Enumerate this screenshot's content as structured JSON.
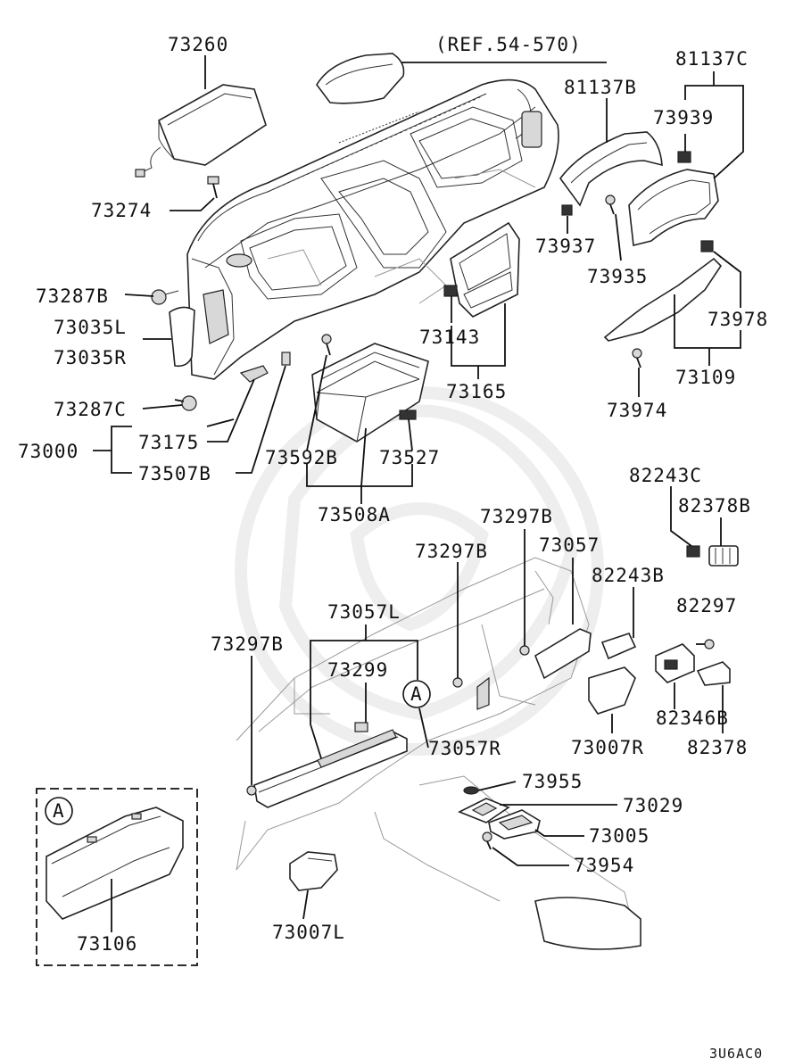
{
  "diagram": {
    "ref_note": "(REF.54-570)",
    "code": "3U6AC0",
    "inset_marker": "A",
    "callout_marker": "A",
    "parts": [
      {
        "id": "p73260",
        "label": "73260"
      },
      {
        "id": "p73274",
        "label": "73274"
      },
      {
        "id": "p73287B",
        "label": "73287B"
      },
      {
        "id": "p73035L",
        "label": "73035L"
      },
      {
        "id": "p73035R",
        "label": "73035R"
      },
      {
        "id": "p73287C",
        "label": "73287C"
      },
      {
        "id": "p73000",
        "label": "73000"
      },
      {
        "id": "p73175",
        "label": "73175"
      },
      {
        "id": "p73507B",
        "label": "73507B"
      },
      {
        "id": "p73592B",
        "label": "73592B"
      },
      {
        "id": "p73527",
        "label": "73527"
      },
      {
        "id": "p73508A",
        "label": "73508A"
      },
      {
        "id": "p73143",
        "label": "73143"
      },
      {
        "id": "p73165",
        "label": "73165"
      },
      {
        "id": "p81137B",
        "label": "81137B"
      },
      {
        "id": "p81137C",
        "label": "81137C"
      },
      {
        "id": "p73939",
        "label": "73939"
      },
      {
        "id": "p73937",
        "label": "73937"
      },
      {
        "id": "p73935",
        "label": "73935"
      },
      {
        "id": "p73978",
        "label": "73978"
      },
      {
        "id": "p73109",
        "label": "73109"
      },
      {
        "id": "p73974",
        "label": "73974"
      },
      {
        "id": "p82243C",
        "label": "82243C"
      },
      {
        "id": "p82378B",
        "label": "82378B"
      },
      {
        "id": "p73297B_a",
        "label": "73297B"
      },
      {
        "id": "p73297B_b",
        "label": "73297B"
      },
      {
        "id": "p73297B_c",
        "label": "73297B"
      },
      {
        "id": "p73057",
        "label": "73057"
      },
      {
        "id": "p82243B",
        "label": "82243B"
      },
      {
        "id": "p82297",
        "label": "82297"
      },
      {
        "id": "p73057L",
        "label": "73057L"
      },
      {
        "id": "p73299",
        "label": "73299"
      },
      {
        "id": "p82346B",
        "label": "82346B"
      },
      {
        "id": "p82378",
        "label": "82378"
      },
      {
        "id": "p73057R",
        "label": "73057R"
      },
      {
        "id": "p73007R",
        "label": "73007R"
      },
      {
        "id": "p73955",
        "label": "73955"
      },
      {
        "id": "p73029",
        "label": "73029"
      },
      {
        "id": "p73005",
        "label": "73005"
      },
      {
        "id": "p73954",
        "label": "73954"
      },
      {
        "id": "p73106",
        "label": "73106"
      },
      {
        "id": "p73007L",
        "label": "73007L"
      }
    ]
  }
}
